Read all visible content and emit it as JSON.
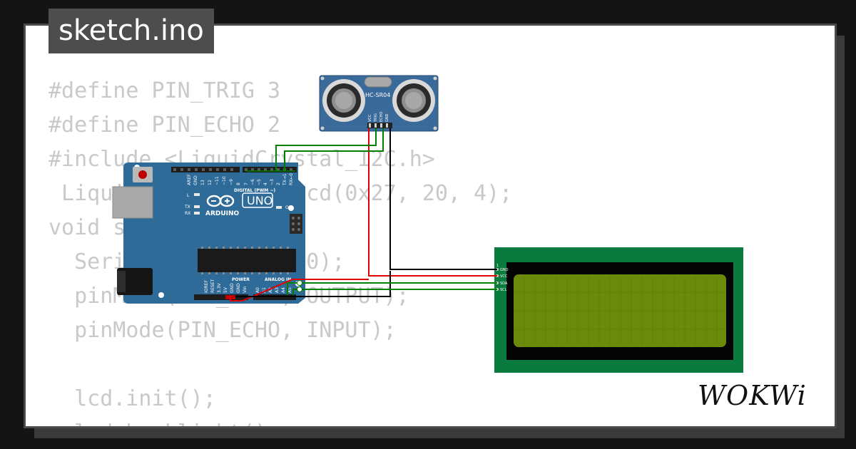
{
  "title": "sketch.ino",
  "code_lines": [
    "#define PIN_TRIG 3",
    "#define PIN_ECHO 2",
    "#include <LiquidCrystal_I2C.h>",
    " LiquidCrystal_I2C lcd(0x27, 20, 4);",
    "void setup() {",
    "  Serial.begin(115200);",
    "  pinMode(PIN_TRIG, OUTPUT);",
    "  pinMode(PIN_ECHO, INPUT);",
    "",
    "  lcd.init();",
    "  lcd.backlight();"
  ],
  "components": {
    "sensor": {
      "label": "HC-SR04",
      "pins": [
        "VCC",
        "TRIG",
        "ECHO",
        "GND"
      ]
    },
    "arduino": {
      "brand": "ARDUINO",
      "model": "UNO",
      "digital_header": "DIGITAL (PWM ~)",
      "power_header": "POWER",
      "analog_header": "ANALOG IN",
      "led_l": "L",
      "led_tx": "TX",
      "led_rx": "RX",
      "led_on": "ON",
      "top_pins": [
        "AREF",
        "GND",
        "13",
        "12",
        "~11",
        "~10",
        "~9",
        "8",
        "7",
        "~6",
        "~5",
        "4",
        "~3",
        "2",
        "TX→1",
        "RX←0"
      ],
      "power_pins": [
        "IOREF",
        "RESET",
        "3.3V",
        "5V",
        "GND",
        "GND",
        "Vin"
      ],
      "analog_pins": [
        "A0",
        "A1",
        "A2",
        "A3",
        "A4",
        "A5"
      ]
    },
    "lcd": {
      "pins": [
        "GND",
        "VCC",
        "SDA",
        "SCL"
      ],
      "pin1_label": "1"
    }
  },
  "colors": {
    "wire_power": "#e00000",
    "wire_ground": "#000000",
    "wire_signal": "#008000",
    "arduino_board": "#2f6b98",
    "lcd_pcb": "#0a7a3e",
    "lcd_screen": "#6a8a0a"
  },
  "logo": "WOKWi"
}
